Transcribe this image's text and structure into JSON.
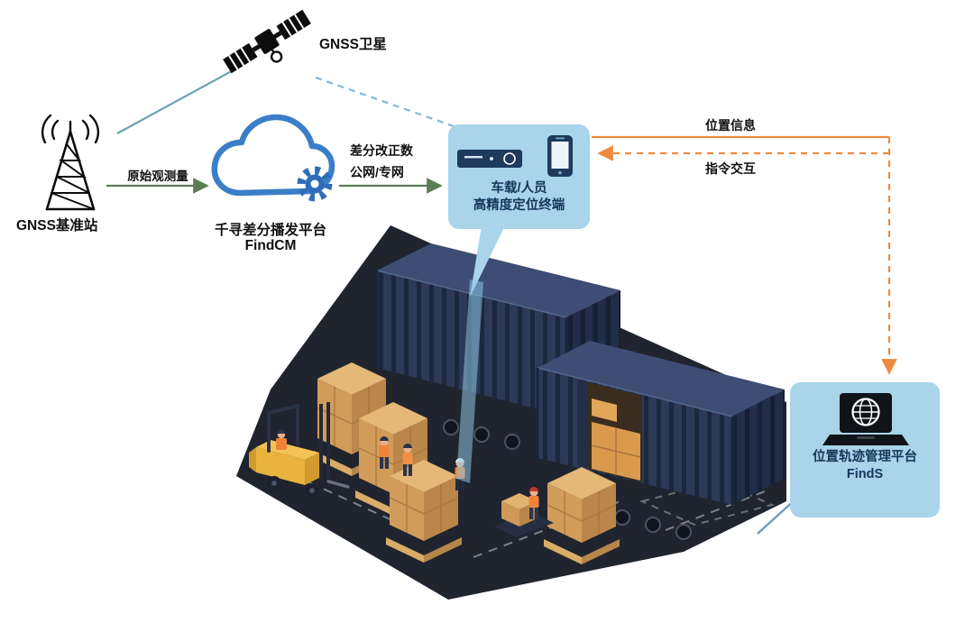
{
  "nodes": {
    "satellite": {
      "label": "GNSS卫星"
    },
    "base_station": {
      "label": "GNSS基准站"
    },
    "cloud": {
      "title": "千寻差分播发平台",
      "subtitle": "FindCM"
    },
    "terminal": {
      "line1": "车载/人员",
      "line2": "高精度定位终端"
    },
    "platform": {
      "title": "位置轨迹管理平台",
      "subtitle": "FindS"
    }
  },
  "links": {
    "raw_observation": "原始观测量",
    "correction_line1": "差分改正数",
    "correction_line2": "公网/专网",
    "position_info": "位置信息",
    "command_interaction": "指令交互"
  },
  "colors": {
    "node_box_bg": "#a9d4e9",
    "node_text_navy": "#16365a",
    "cloud_blue": "#3b7ec8",
    "gear_blue": "#2f6db8",
    "arrow_green": "#5a7d52",
    "arrow_orange": "#ee8a3e",
    "satellite_line_teal": "#6ba3b0",
    "satellite_line_dashed_blue": "#85b8d8",
    "beam_blue": "#8ec6e4"
  }
}
